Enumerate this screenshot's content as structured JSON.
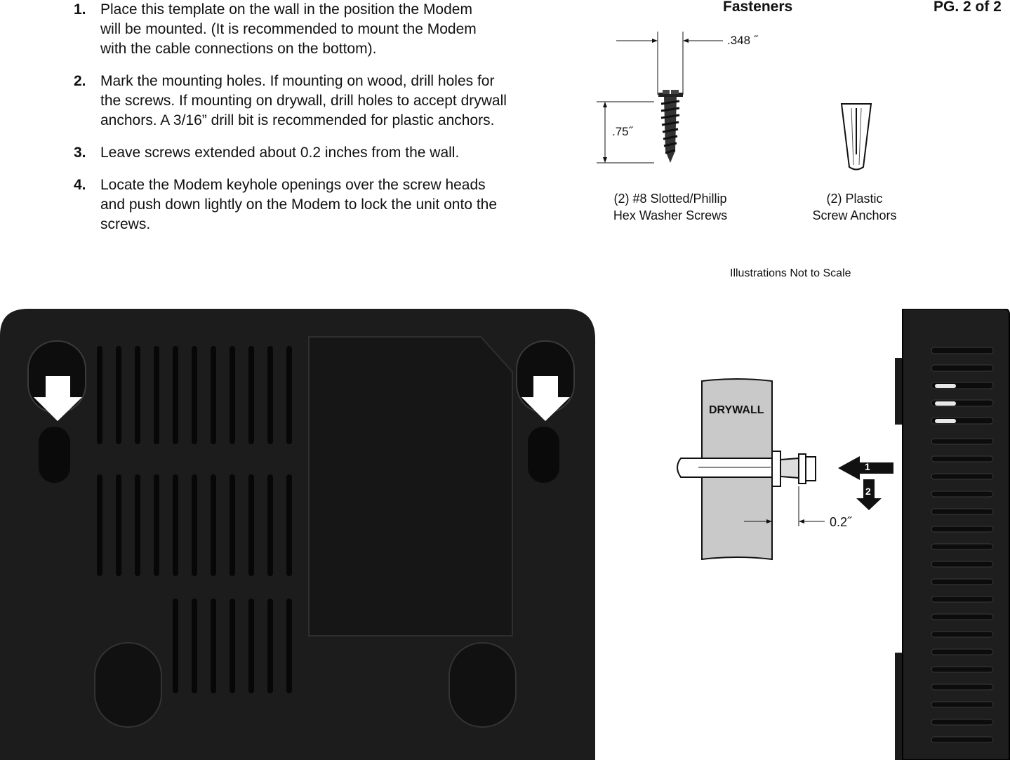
{
  "header": {
    "section_title": "Fasteners",
    "page_number": "PG. 2 of 2"
  },
  "steps": [
    {
      "num": "1.",
      "text": "Place this template on the wall in the position the Modem will be mounted. (It is recommended to mount the Modem with the cable connections on the bottom)."
    },
    {
      "num": "2.",
      "text": "Mark the mounting holes. If mounting on wood, drill holes for the screws. If mounting on drywall, drill holes to accept drywall anchors. A 3/16” drill bit is recommended for plastic anchors."
    },
    {
      "num": "3.",
      "text": "Leave screws extended about 0.2 inches from the wall."
    },
    {
      "num": "4.",
      "text": "Locate the Modem keyhole openings over the screw heads and push down lightly on the Modem to lock the unit onto the screws."
    }
  ],
  "fasteners": {
    "width_dim": ".348 ˝",
    "length_dim": ".75˝",
    "screw_caption_line1": "(2) #8 Slotted/Phillip",
    "screw_caption_line2": "Hex Washer Screws",
    "anchor_caption_line1": "(2) Plastic",
    "anchor_caption_line2": "Screw Anchors",
    "scale_note": "Illustrations Not to Scale"
  },
  "side_view": {
    "drywall_label": "DRYWALL",
    "gap_dim": "0.2˝",
    "arrow1_label": "1",
    "arrow2_label": "2"
  },
  "colors": {
    "modem_body": "#1c1c1c",
    "drywall_fill": "#c9c9c9",
    "text": "#111111"
  }
}
